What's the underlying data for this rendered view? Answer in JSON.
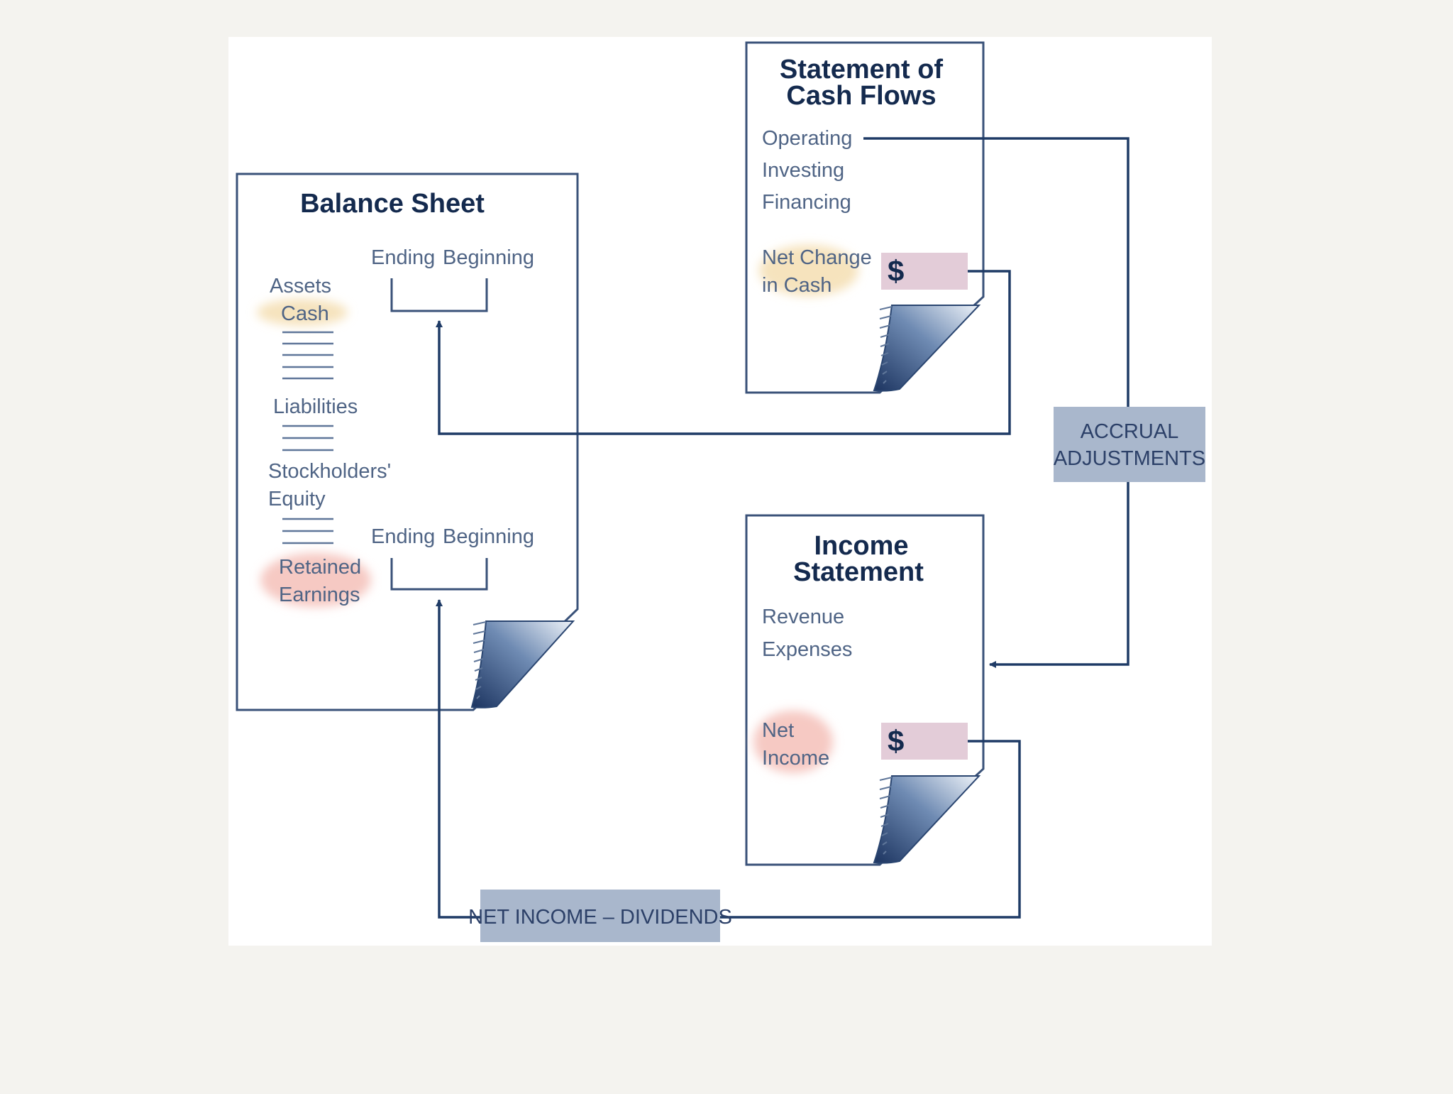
{
  "balance_sheet": {
    "title": "Balance Sheet",
    "ending_label": "Ending",
    "beginning_label": "Beginning",
    "assets_label": "Assets",
    "cash_label": "Cash",
    "liabilities_label": "Liabilities",
    "equity_line1": "Stockholders'",
    "equity_line2": "Equity",
    "ending_label_2": "Ending",
    "beginning_label_2": "Beginning",
    "retained_line1": "Retained",
    "retained_line2": "Earnings"
  },
  "cash_flows": {
    "title_line1": "Statement of",
    "title_line2": "Cash Flows",
    "operating_label": "Operating",
    "investing_label": "Investing",
    "financing_label": "Financing",
    "net_change_line1": "Net Change",
    "net_change_line2": "in Cash",
    "dollar_sign": "$"
  },
  "income_statement": {
    "title_line1": "Income",
    "title_line2": "Statement",
    "revenue_label": "Revenue",
    "expenses_label": "Expenses",
    "net_income_line1": "Net",
    "net_income_line2": "Income",
    "dollar_sign": "$"
  },
  "connectors": {
    "accrual_line1": "ACCRUAL",
    "accrual_line2": "ADJUSTMENTS",
    "net_income_dividends": "NET INCOME – DIVIDENDS"
  },
  "colors": {
    "ink": "#1f3b66",
    "doc_border": "#3a5279",
    "cash_highlight": "#f6e3bd",
    "earnings_highlight": "#f6c9c3",
    "dollar_box": "#e3ccd8",
    "label_box": "#a9b7cc"
  }
}
